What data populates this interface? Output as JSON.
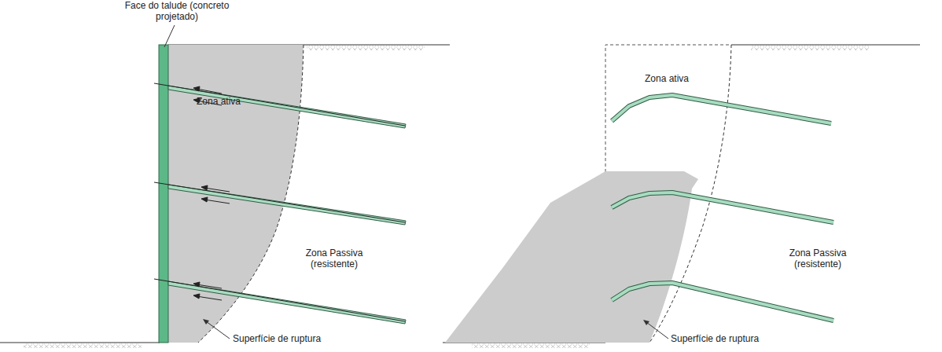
{
  "diagram": {
    "labels": [
      "Face do talude (concreto projetado)",
      "Zona ativa",
      "Zona Passiva (resistente)",
      "Superfície de ruptura",
      "Zona ativa",
      "Zona Passiva (resistente)",
      "Superfície de ruptura"
    ]
  }
}
